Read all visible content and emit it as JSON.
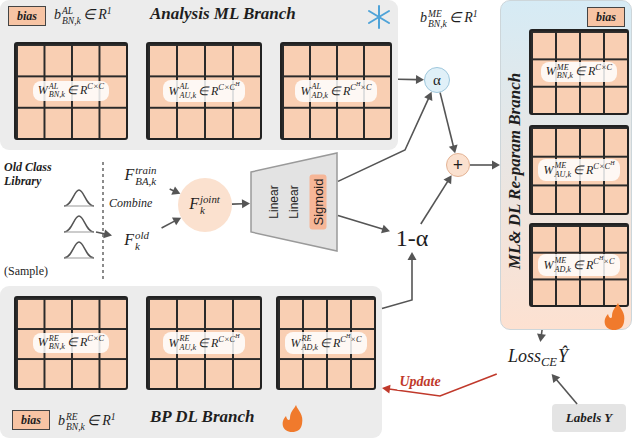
{
  "diagram": {
    "nodes": [
      {
        "text": [
          "Analysis ML Branch"
        ]
      },
      {
        "text": [
          "bias"
        ],
        "in": 0
      },
      {
        "text": [
          "W",
          "AL",
          "BN,k",
          "∈ R",
          "C×C"
        ],
        "in": 0
      },
      {
        "text": [
          "W",
          "AL",
          "AU,k",
          "∈ R",
          "C×C",
          "H"
        ],
        "in": 0
      },
      {
        "text": [
          "W",
          "AL",
          "AD,k",
          "∈ R",
          "C",
          "H",
          "×C"
        ],
        "in": 0
      },
      {
        "text": [
          "Old Class Library",
          "(Sample)"
        ]
      },
      {
        "text": [
          "F",
          "train",
          "BA,k"
        ]
      },
      {
        "text": [
          "F",
          "old",
          "k"
        ]
      },
      {
        "text": [
          "F",
          "joint",
          "k"
        ]
      },
      {
        "text": [
          "Linear",
          "Linear",
          "Sigmoid"
        ]
      },
      {
        "text": [
          "α"
        ]
      },
      {
        "text": [
          "+"
        ]
      },
      {
        "text": [
          "1-α"
        ]
      },
      {
        "text": [
          "ML& DL Re-param Branch"
        ]
      },
      {
        "text": [
          "bias"
        ],
        "in": 13
      },
      {
        "text": [
          "W",
          "ME",
          "BN,k",
          "∈ R",
          "C×C"
        ],
        "in": 13
      },
      {
        "text": [
          "W",
          "ME",
          "AU,k",
          "∈ R",
          "C×C",
          "H"
        ],
        "in": 13
      },
      {
        "text": [
          "W",
          "ME",
          "AD,k",
          "∈ R",
          "C",
          "H",
          "×C"
        ],
        "in": 13
      },
      {
        "text": [
          "Loss",
          "CE",
          "Ŷ"
        ]
      },
      {
        "text": [
          "Labels Y"
        ]
      },
      {
        "text": [
          "BP DL Branch"
        ]
      },
      {
        "text": [
          "W",
          "RE",
          "BN,k",
          "∈ R",
          "C×C"
        ],
        "in": 20
      },
      {
        "text": [
          "W",
          "RE",
          "AU,k",
          "∈ R",
          "C×C",
          "H"
        ],
        "in": 20
      },
      {
        "text": [
          "W",
          "RE",
          "AD,k",
          "∈ R",
          "C",
          "H",
          "×C"
        ],
        "in": 20
      },
      {
        "text": [
          "bias"
        ],
        "in": 20
      }
    ],
    "edges": [
      {
        "from": 5,
        "to": 7,
        "arrow": "to"
      },
      {
        "from": 6,
        "to": 8,
        "arrow": "to"
      },
      {
        "from": 7,
        "to": 8,
        "arrow": "to"
      },
      {
        "from": 8,
        "to": 9,
        "arrow": "to"
      },
      {
        "from": 0,
        "to": 10,
        "arrow": "to"
      },
      {
        "from": 9,
        "to": 10,
        "arrow": "to"
      },
      {
        "from": 9,
        "to": 12,
        "arrow": "to"
      },
      {
        "from": 20,
        "to": 12,
        "arrow": "to"
      },
      {
        "from": 10,
        "to": 11,
        "arrow": "to"
      },
      {
        "from": 12,
        "to": 11,
        "arrow": "to"
      },
      {
        "from": 11,
        "to": 13,
        "arrow": "to"
      },
      {
        "from": 13,
        "to": 18,
        "arrow": "to"
      },
      {
        "from": 19,
        "to": 18,
        "arrow": "to"
      },
      {
        "from": 18,
        "to": 20,
        "label": "Update",
        "arrow": "to"
      }
    ],
    "labels": [
      "b",
      "AL",
      "BN,k",
      "∈ R",
      "1",
      "b",
      "ME",
      "BN,k",
      "∈ R",
      "1",
      "b",
      "RE",
      "BN,k",
      "∈ R",
      "1",
      "Combine"
    ]
  }
}
